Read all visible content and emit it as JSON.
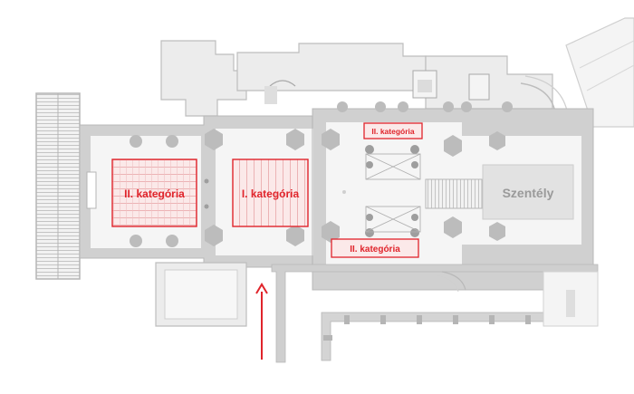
{
  "plan": {
    "zones": {
      "cat2_west": {
        "label": "II. kategória"
      },
      "cat1": {
        "label": "I. kategória"
      },
      "cat2_north": {
        "label": "II. kategória"
      },
      "cat2_south": {
        "label": "II. kategória"
      }
    },
    "sanctuary": {
      "label": "Szentély"
    },
    "colors": {
      "accent": "#e0242b",
      "zone_fill": "#fbe9e9",
      "wall": "#c8c8c8",
      "wall_dark": "#b4b4b4",
      "floor": "#f4f4f4",
      "line": "#a8a8a8",
      "sanctuary_fill": "#e2e2e2",
      "sanctuary_text": "#9a9a9a"
    }
  }
}
